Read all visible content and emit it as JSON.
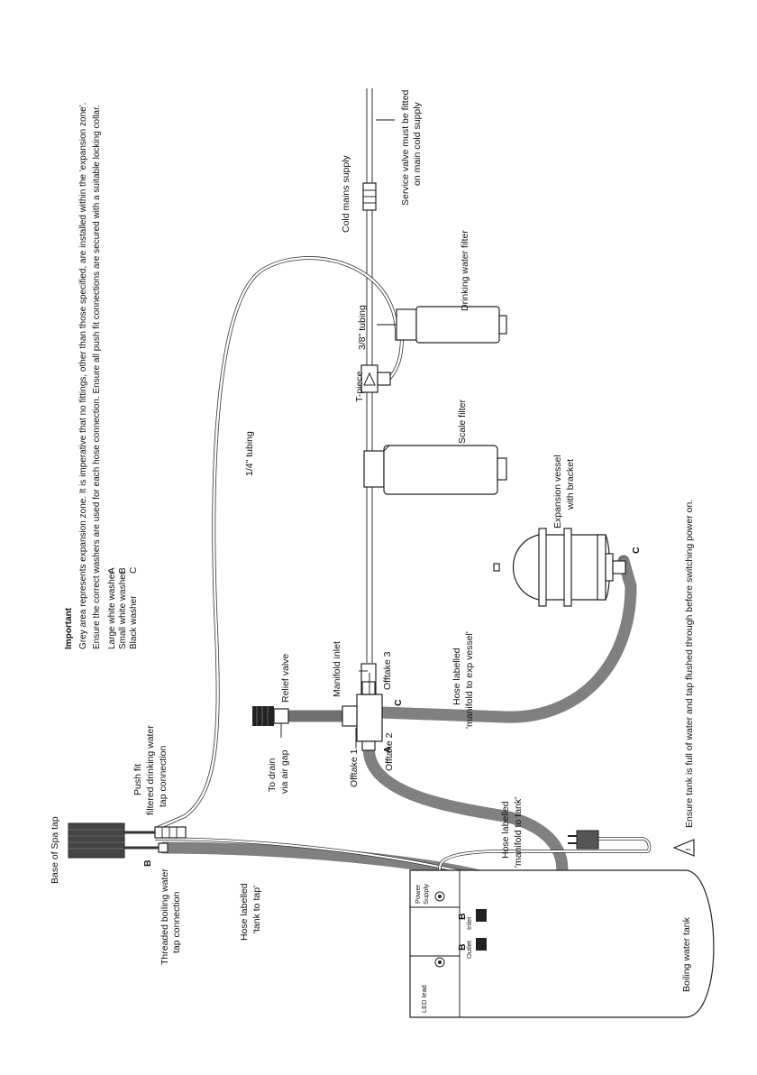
{
  "colors": {
    "hose": "#707070",
    "line": "#222222",
    "background": "#ffffff"
  },
  "notes": {
    "title": "Important",
    "line1": "Grey area represents expansion zone. It is imperative that no fittings, other than those specified, are installed within the 'expansion zone'.",
    "line2": "Ensure the correct washers are used for each hose connection. Ensure all push fit connections are secured with a suitable locking collar.",
    "washers": [
      {
        "name": "Large white washer",
        "code": "A"
      },
      {
        "name": "Small white washer",
        "code": "B"
      },
      {
        "name": "Black washer",
        "code": "C"
      }
    ]
  },
  "labels": {
    "base_of_tap": "Base of Spa tap",
    "threaded_line1": "Threaded boiling water",
    "threaded_line2": "tap connection",
    "push_fit_line1": "Push fit",
    "push_fit_line2": "filtered drinking water",
    "push_fit_line3": "tap connection",
    "hose_tank_tap_line1": "Hose labelled",
    "hose_tank_tap_line2": "'tank to tap'",
    "to_drain_line1": "To drain",
    "to_drain_line2": "via air gap",
    "relief_valve": "Relief valve",
    "manifold_inlet": "Manifold inlet",
    "offtake1": "Offtake 1",
    "offtake2": "Offtake 2",
    "offtake3": "Offtake 3",
    "hose_manifold_tank_line1": "Hose labelled",
    "hose_manifold_tank_line2": "'manifold to tank'",
    "hose_manifold_exp_line1": "Hose labelled",
    "hose_manifold_exp_line2": "'manifold to exp vessel'",
    "expansion_line1": "Expansion vessel",
    "expansion_line2": "with bracket",
    "tubing_quarter": "1/4\" tubing",
    "scale_filter": "Scale filter",
    "t_piece": "T-piece",
    "tubing_three_eighths": "3/8\" tubing",
    "drinking_filter": "Drinking water filter",
    "cold_mains": "Cold mains supply",
    "service_valve_line1": "Service valve must be fitted",
    "service_valve_line2": "on main cold supply",
    "boiling_tank": "Boiling water tank",
    "led_lead": "LED lead",
    "power_supply_line1": "Power",
    "power_supply_line2": "Supply",
    "outlet": "Outlet",
    "inlet": "Inlet",
    "warning": "Ensure tank is full of water and tap flushed through before switching power on.",
    "warning_symbol": "!",
    "code_a": "A",
    "code_b": "B",
    "code_c": "C"
  }
}
